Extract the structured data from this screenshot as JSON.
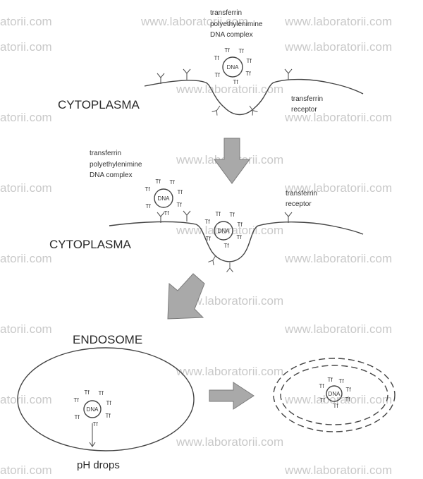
{
  "watermark_text": "www.laboratorii.com",
  "watermark_fragment": "atorii.com",
  "panel1": {
    "complex_label": [
      "transferrin",
      "polyethylenimine",
      "DNA complex"
    ],
    "receptor_label": [
      "transferrin",
      "receptor"
    ],
    "compartment_label": "CYTOPLASMA"
  },
  "panel2": {
    "complex_label": [
      "transferrin",
      "polyethylenimine",
      "DNA complex"
    ],
    "receptor_label": [
      "transferrin",
      "receptor"
    ],
    "compartment_label": "CYTOPLASMA"
  },
  "panel3": {
    "endosome_label": "ENDOSOME",
    "ph_label": "pH drops"
  },
  "complex_core_label": "DNA",
  "ligand_label": "Tf",
  "colors": {
    "arrow_fill": "#a9a9a9",
    "line": "#444444",
    "watermark": "#c9c9c9"
  }
}
